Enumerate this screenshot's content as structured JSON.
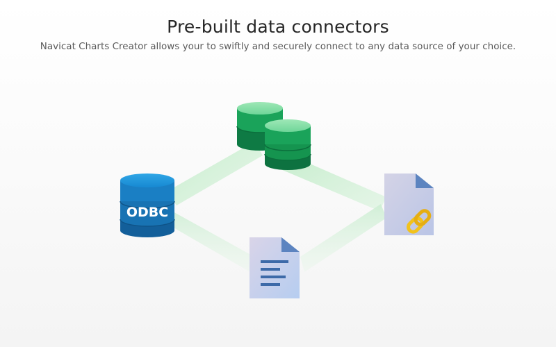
{
  "title": "Pre-built data connectors",
  "subtitle": "Navicat Charts Creator allows your to swiftly and securely connect to any data source of your choice.",
  "illustration": {
    "odbc_label": "ODBC",
    "icons": [
      "odbc-database-icon",
      "database-stack-icon",
      "document-icon",
      "linked-file-icon"
    ],
    "colors": {
      "connector_green": "#bfe9c6",
      "db_green": "#1aa35a",
      "odbc_blue": "#1a7fc4",
      "file_lavender": "#c8cde6",
      "link_gold": "#f2c21b"
    }
  }
}
